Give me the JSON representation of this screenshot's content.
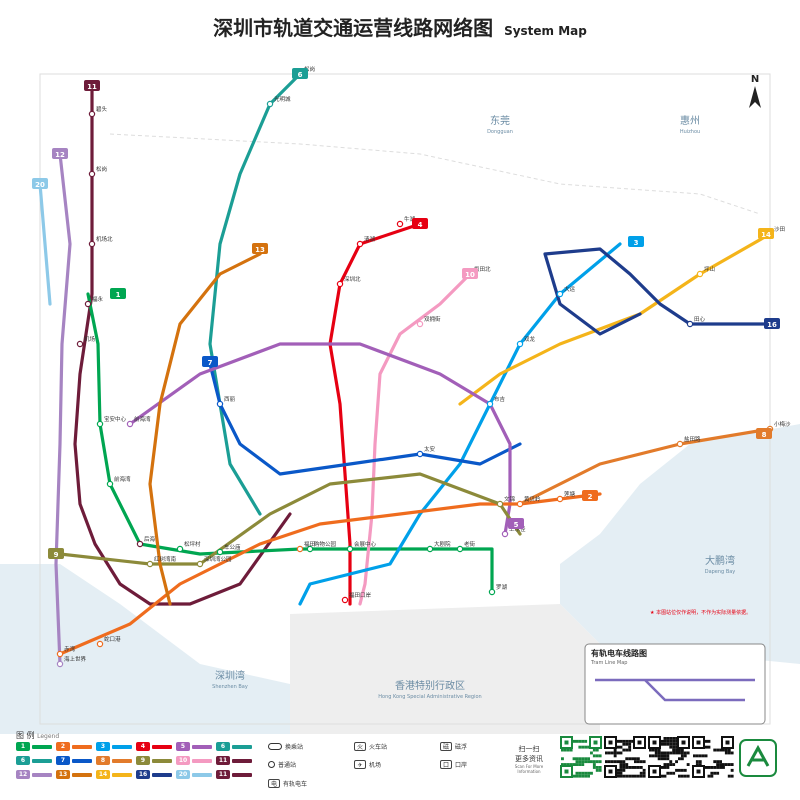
{
  "header": {
    "title": "深圳市轨道交通运营线路网络图",
    "subtitle": "System Map"
  },
  "map": {
    "compass": "N",
    "regions": [
      {
        "name": "东莞",
        "en": "Dongguan"
      },
      {
        "name": "惠州",
        "en": "Huizhou"
      },
      {
        "name": "大鹏湾",
        "en": "Dapeng Bay"
      },
      {
        "name": "深圳湾",
        "en": "Shenzhen Bay"
      },
      {
        "name": "香港特别行政区",
        "en": "Hong Kong Special Administrative Region"
      }
    ],
    "notice": "★ 本图站位仅作说明，不作为实际测量依据。",
    "tram_box_title": "有轨电车线路图",
    "tram_box_en": "Tram Line Map",
    "colors": {
      "line1": "#00a651",
      "line2": "#ef6c1e",
      "line3": "#00a0e9",
      "line4": "#e60012",
      "line5": "#a25fb8",
      "line6": "#1b9e95",
      "line7": "#0a58c8",
      "line8": "#e27b2b",
      "line9": "#8c8a3a",
      "line10": "#f49ac1",
      "line11": "#6e1c3a",
      "line12": "#a684c2",
      "line13": "#d4720e",
      "line14": "#f4b41a",
      "line16": "#1e3c8c",
      "line20": "#8dc9e8",
      "water": "#e4eef4",
      "hk": "#eeeeee"
    },
    "line_badges": [
      {
        "num": "11",
        "line": "line11"
      },
      {
        "num": "6",
        "line": "line6"
      },
      {
        "num": "12",
        "line": "line12"
      },
      {
        "num": "20",
        "line": "line20"
      },
      {
        "num": "1",
        "line": "line1"
      },
      {
        "num": "13",
        "line": "line13"
      },
      {
        "num": "4",
        "line": "line4"
      },
      {
        "num": "10",
        "line": "line10"
      },
      {
        "num": "3",
        "line": "line3"
      },
      {
        "num": "14",
        "line": "line14"
      },
      {
        "num": "16",
        "line": "line16"
      },
      {
        "num": "7",
        "line": "line7"
      },
      {
        "num": "8",
        "line": "line8"
      },
      {
        "num": "2",
        "line": "line2"
      },
      {
        "num": "5",
        "line": "line5"
      },
      {
        "num": "9",
        "line": "line9"
      }
    ],
    "stations": [
      {
        "name": "碧头",
        "line": "line11"
      },
      {
        "name": "松岗",
        "line": "line11"
      },
      {
        "name": "机场北",
        "line": "line11"
      },
      {
        "name": "福永",
        "line": "line11"
      },
      {
        "name": "机场",
        "line": "line11"
      },
      {
        "name": "宝安中心",
        "line": "line1"
      },
      {
        "name": "前海湾",
        "line": "line1"
      },
      {
        "name": "后海",
        "line": "line11"
      },
      {
        "name": "红树湾南",
        "line": "line9"
      },
      {
        "name": "福田口岸",
        "line": "line4"
      },
      {
        "name": "车公庙",
        "line": "line1"
      },
      {
        "name": "购物公园",
        "line": "line1"
      },
      {
        "name": "会展中心",
        "line": "line1"
      },
      {
        "name": "福田",
        "line": "line2"
      },
      {
        "name": "罗湖",
        "line": "line1"
      },
      {
        "name": "老街",
        "line": "line1"
      },
      {
        "name": "大剧院",
        "line": "line1"
      },
      {
        "name": "黄贝岭",
        "line": "line2"
      },
      {
        "name": "莲塘",
        "line": "line2"
      },
      {
        "name": "布吉",
        "line": "line3"
      },
      {
        "name": "双龙",
        "line": "line3"
      },
      {
        "name": "大运",
        "line": "line3"
      },
      {
        "name": "坪山",
        "line": "line14"
      },
      {
        "name": "沙田",
        "line": "line14"
      },
      {
        "name": "田心",
        "line": "line16"
      },
      {
        "name": "深圳北",
        "line": "line4"
      },
      {
        "name": "清湖",
        "line": "line4"
      },
      {
        "name": "牛湖",
        "line": "line4"
      },
      {
        "name": "光明城",
        "line": "line6"
      },
      {
        "name": "松岗",
        "line": "line6"
      },
      {
        "name": "西丽",
        "line": "line7"
      },
      {
        "name": "太安",
        "line": "line7"
      },
      {
        "name": "前海湾",
        "line": "line5"
      },
      {
        "name": "赤湾",
        "line": "line2"
      },
      {
        "name": "蛇口港",
        "line": "line2"
      },
      {
        "name": "海上世界",
        "line": "line12"
      },
      {
        "name": "盐田路",
        "line": "line8"
      },
      {
        "name": "小梅沙",
        "line": "line8"
      },
      {
        "name": "坂田北",
        "line": "line10"
      },
      {
        "name": "双拥街",
        "line": "line10"
      },
      {
        "name": "文锦",
        "line": "line9"
      },
      {
        "name": "上水径",
        "line": "line5"
      },
      {
        "name": "松坪村",
        "line": "line1"
      },
      {
        "name": "深圳湾公园",
        "line": "line9"
      }
    ]
  },
  "legend": {
    "title": "图 例",
    "title_en": "Legend",
    "lines": [
      {
        "num": "1",
        "line": "line1"
      },
      {
        "num": "2",
        "line": "line2"
      },
      {
        "num": "3",
        "line": "line3"
      },
      {
        "num": "4",
        "line": "line4"
      },
      {
        "num": "5",
        "line": "line5"
      },
      {
        "num": "6",
        "line": "line6"
      },
      {
        "num": "6",
        "line": "line6"
      },
      {
        "num": "7",
        "line": "line7"
      },
      {
        "num": "8",
        "line": "line8"
      },
      {
        "num": "9",
        "line": "line9"
      },
      {
        "num": "10",
        "line": "line10"
      },
      {
        "num": "11",
        "line": "line11"
      },
      {
        "num": "12",
        "line": "line12"
      },
      {
        "num": "13",
        "line": "line13"
      },
      {
        "num": "14",
        "line": "line14"
      },
      {
        "num": "16",
        "line": "line16"
      },
      {
        "num": "20",
        "line": "line20"
      },
      {
        "num": "11",
        "line": "line11"
      }
    ],
    "symbols": [
      {
        "label": "换乘站",
        "kind": "xfer"
      },
      {
        "label": "火车站",
        "kind": "ico",
        "glyph": "火"
      },
      {
        "label": "磁浮",
        "kind": "ico",
        "glyph": "磁"
      },
      {
        "label": "普通站",
        "kind": "dot"
      },
      {
        "label": "机场",
        "kind": "ico",
        "glyph": "✈"
      },
      {
        "label": "口岸",
        "kind": "ico",
        "glyph": "口"
      },
      {
        "label": "有轨电车",
        "kind": "ico",
        "glyph": "电"
      }
    ]
  },
  "scan": {
    "label": "扫一扫",
    "label2": "更多资讯",
    "note": "Scan For More Information"
  }
}
